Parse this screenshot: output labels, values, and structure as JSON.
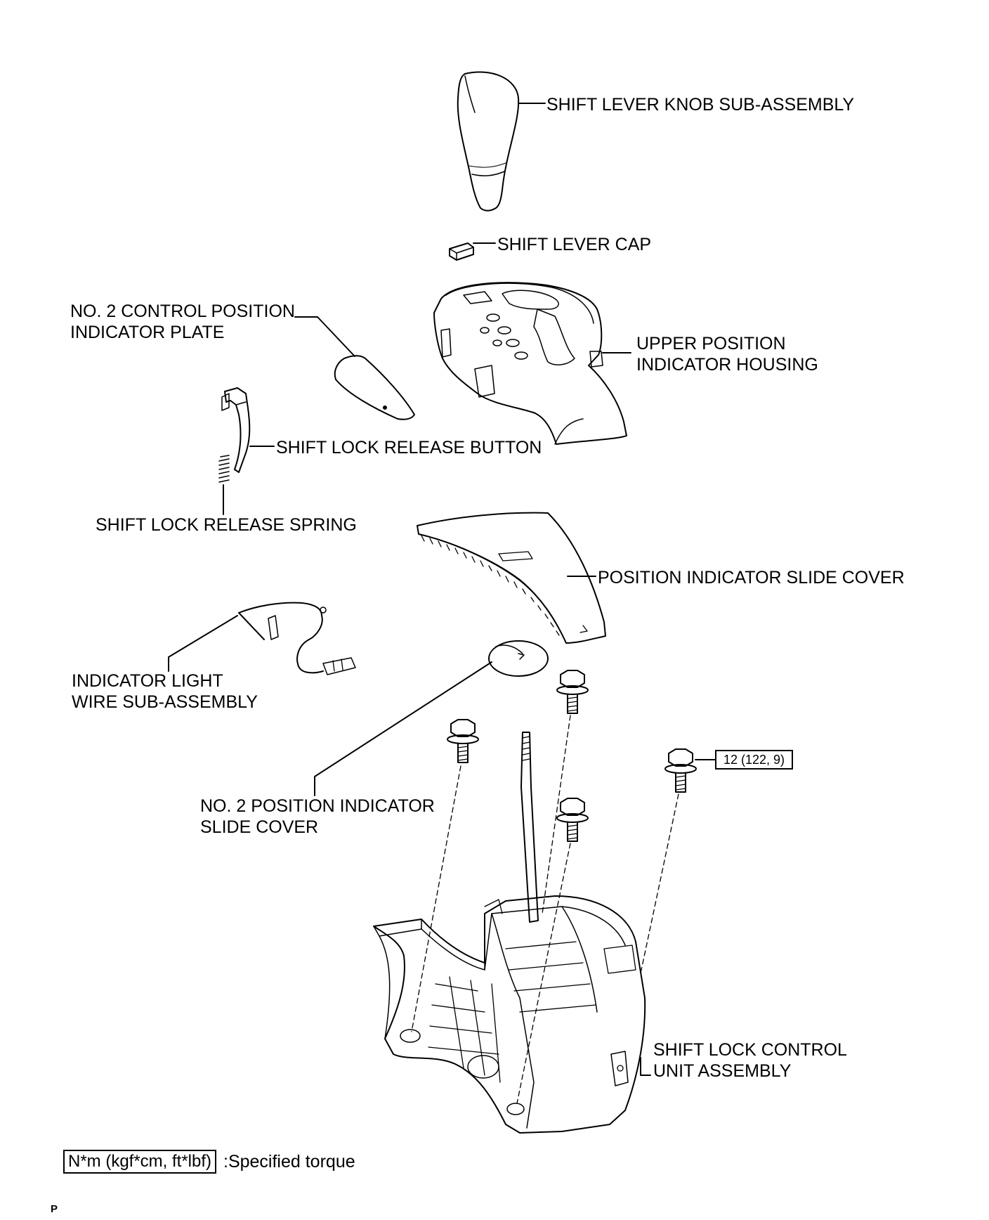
{
  "labels": {
    "knob": "SHIFT LEVER KNOB SUB-ASSEMBLY",
    "cap": "SHIFT LEVER CAP",
    "plate_1": "NO. 2 CONTROL POSITION",
    "plate_2": "INDICATOR PLATE",
    "housing_1": "UPPER POSITION",
    "housing_2": "INDICATOR HOUSING",
    "button": "SHIFT LOCK RELEASE BUTTON",
    "spring": "SHIFT LOCK RELEASE SPRING",
    "slide_cover": "POSITION INDICATOR SLIDE COVER",
    "wire_1": "INDICATOR LIGHT",
    "wire_2": "WIRE SUB-ASSEMBLY",
    "no2_cover_1": "NO. 2 POSITION INDICATOR",
    "no2_cover_2": "SLIDE COVER",
    "control_unit_1": "SHIFT LOCK CONTROL",
    "control_unit_2": "UNIT ASSEMBLY"
  },
  "torque": "12 (122, 9)",
  "legend": {
    "box": "N*m (kgf*cm, ft*lbf)",
    "text": ":Specified torque"
  },
  "page_code": "P"
}
